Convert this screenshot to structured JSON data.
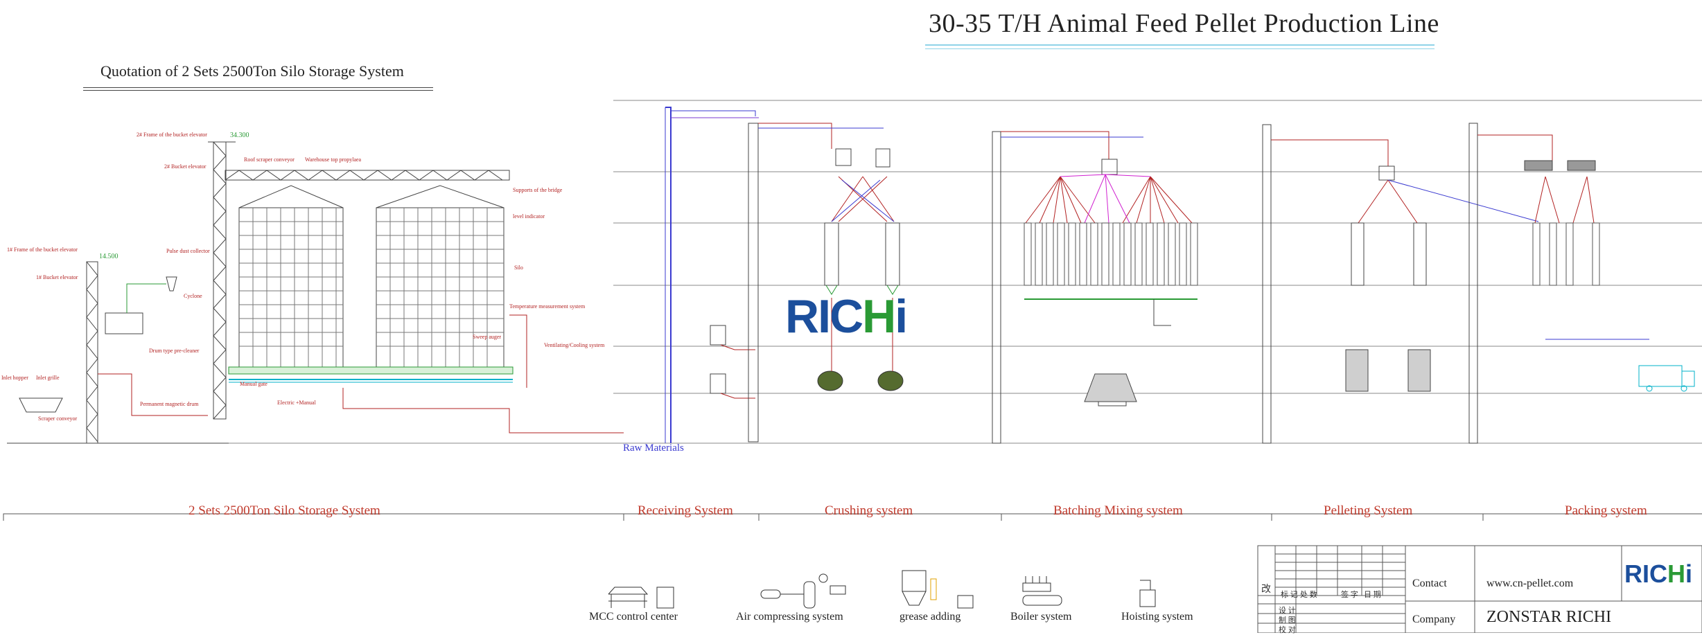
{
  "title": "30-35 T/H Animal Feed Pellet Production Line",
  "subtitle": "Quotation of 2 Sets 2500Ton Silo Storage System",
  "raw_materials": "Raw Materials",
  "sections": [
    {
      "label": "2 Sets 2500Ton Silo Storage System"
    },
    {
      "label": "Receiving System"
    },
    {
      "label": "Crushing system"
    },
    {
      "label": "Batching Mixing system"
    },
    {
      "label": "Pelleting System"
    },
    {
      "label": "Packing system"
    }
  ],
  "aux_systems": [
    {
      "label": "MCC control center",
      "icon": "mcc-cabinet-icon"
    },
    {
      "label": "Air compressing system",
      "icon": "air-compressor-icon"
    },
    {
      "label": "grease adding",
      "icon": "grease-adding-icon"
    },
    {
      "label": "Boiler system",
      "icon": "boiler-icon"
    },
    {
      "label": "Hoisting system",
      "icon": "hoist-icon"
    }
  ],
  "logo": {
    "part1": "RIC",
    "part2": "H",
    "part3": "i"
  },
  "title_block": {
    "contact_label": "Contact",
    "website": "www.cn-pellet.com",
    "company_label": "Company",
    "company": "ZONSTAR RICHI",
    "revision_mark": "改",
    "row_headers": [
      "标 记",
      "处 数",
      "签 字",
      "日 期"
    ],
    "sign_rows": [
      "设 计",
      "制 图",
      "校 对"
    ]
  },
  "silo_labels": {
    "frame2": "2# Frame of the bucket elevator",
    "height2": "34.300",
    "roof": "Roof scraper conveyor",
    "top": "Warehouse top propylaea",
    "bucket2": "2# Bucket elevator",
    "supports": "Supports of the bridge",
    "level": "level indicator",
    "silo": "Silo",
    "frame1": "1# Frame of the bucket elevator",
    "height1": "14.500",
    "bucket1": "1# Bucket elevator",
    "pulse": "Pulse dust collector",
    "cyclone": "Cyclone",
    "drum": "Drum type pre-cleaner",
    "temp": "Temperature measurement system",
    "sweep": "Sweep auger",
    "vent": "Ventilating/Cooling system",
    "inlet_hopper": "Inlet hopper",
    "inlet_grille": "Inlet grille",
    "scraper": "Scraper conveyor",
    "magnetic": "Permanent magnetic drum",
    "manual": "Manual gate",
    "electric": "Electric +Manual"
  },
  "colors": {
    "accent_red": "#b22222",
    "accent_blue": "#3a3ad0",
    "accent_green": "#2a9a35",
    "rule_cyan": "#8fd3e8"
  }
}
